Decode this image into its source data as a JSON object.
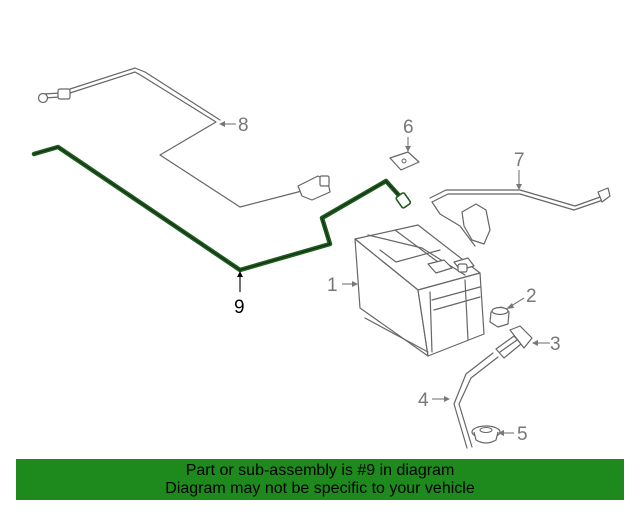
{
  "diagram": {
    "callouts": [
      {
        "id": "1",
        "label": "1"
      },
      {
        "id": "2",
        "label": "2"
      },
      {
        "id": "3",
        "label": "3"
      },
      {
        "id": "4",
        "label": "4"
      },
      {
        "id": "5",
        "label": "5"
      },
      {
        "id": "6",
        "label": "6"
      },
      {
        "id": "7",
        "label": "7"
      },
      {
        "id": "8",
        "label": "8"
      },
      {
        "id": "9",
        "label": "9"
      }
    ],
    "highlighted_part": "9",
    "colors": {
      "highlight_cable": "#1f5a1f",
      "banner_background": "#1e8a1e",
      "part_outline": "#666666"
    }
  },
  "banner": {
    "line1": "Part or sub-assembly is #9 in diagram",
    "line2": "Diagram may not be specific to your vehicle"
  }
}
